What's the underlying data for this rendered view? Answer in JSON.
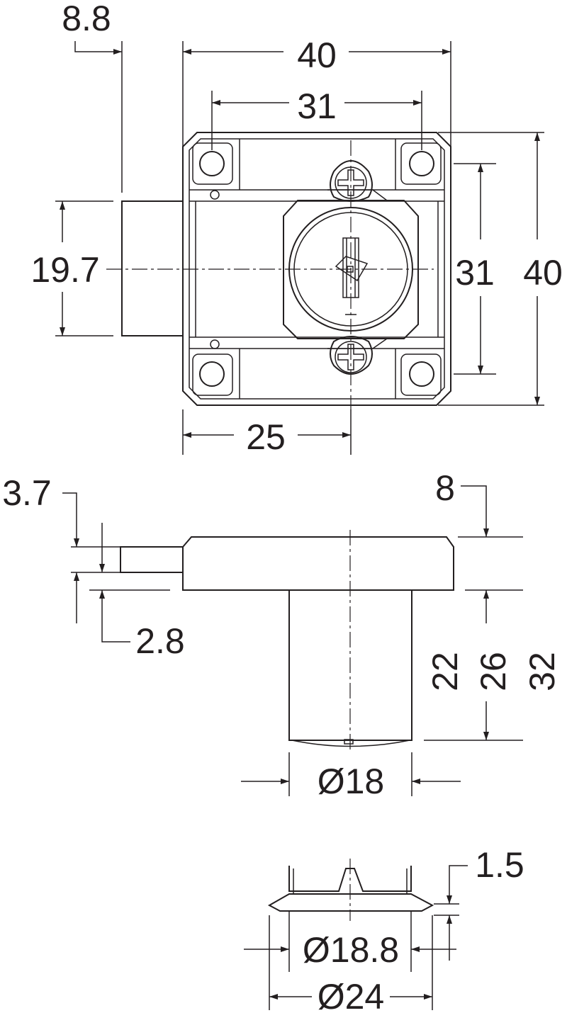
{
  "front_view": {
    "dim_bolt_offset": "8.8",
    "dim_body_width": "40",
    "dim_screw_spacing": "31",
    "dim_bolt_height": "19.7",
    "dim_screw_spacing_vertical": "31",
    "dim_body_height": "40",
    "dim_backset": "25"
  },
  "side_view": {
    "dim_bolt_thickness": "3.7",
    "dim_bolt_gap": "2.8",
    "dim_plate_thickness": "8",
    "dim_cylinder_length": "22",
    "dim_cylinder_plus_plate": "26",
    "dim_total_length": "32",
    "dim_cylinder_diameter": "Ø18"
  },
  "cap_view": {
    "dim_flange_thickness": "1.5",
    "dim_inner_diameter": "Ø18.8",
    "dim_outer_diameter": "Ø24"
  },
  "colors": {
    "line": "#231f20",
    "background": "#ffffff"
  }
}
